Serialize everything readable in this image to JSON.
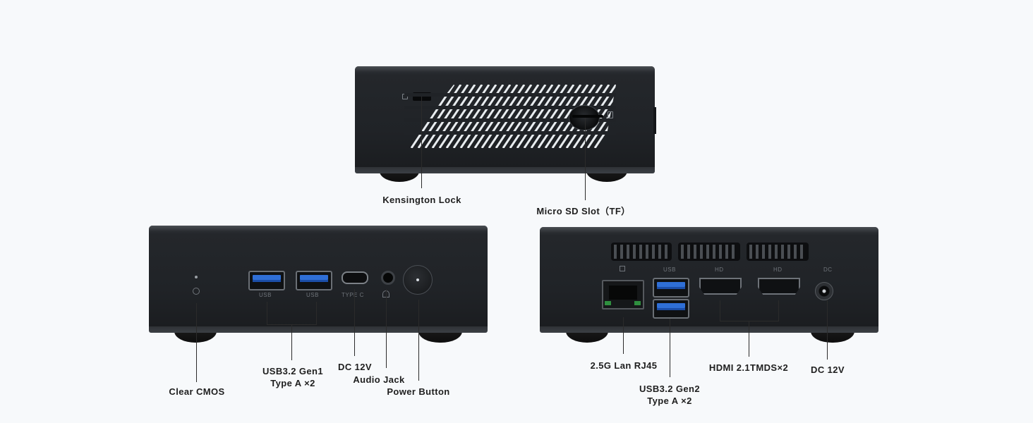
{
  "top_view": {
    "labels": {
      "kensington": "Kensington Lock",
      "microsd": "Micro SD Slot（TF）"
    }
  },
  "front_view": {
    "port_prints": {
      "usb_left": "USB",
      "usb_right": "USB",
      "typec": "TYPE C"
    },
    "labels": {
      "clear_cmos": "Clear CMOS",
      "usb_line1": "USB3.2 Gen1",
      "usb_line2": "Type A  ×2",
      "dc": "DC 12V",
      "audio": "Audio Jack",
      "power": "Power Button"
    }
  },
  "rear_view": {
    "port_prints": {
      "usb": "USB",
      "hdmi_left": "HD",
      "hdmi_right": "HD",
      "dc": "DC"
    },
    "labels": {
      "lan": "2.5G Lan RJ45",
      "usb_line1": "USB3.2 Gen2",
      "usb_line2": "Type A ×2",
      "hdmi": "HDMI 2.1TMDS×2",
      "dc": "DC 12V"
    }
  },
  "colors": {
    "background": "#f7f9fb",
    "chassis": "#202327",
    "usb_blue": "#2f6fd6",
    "text": "#1e1e1e"
  }
}
